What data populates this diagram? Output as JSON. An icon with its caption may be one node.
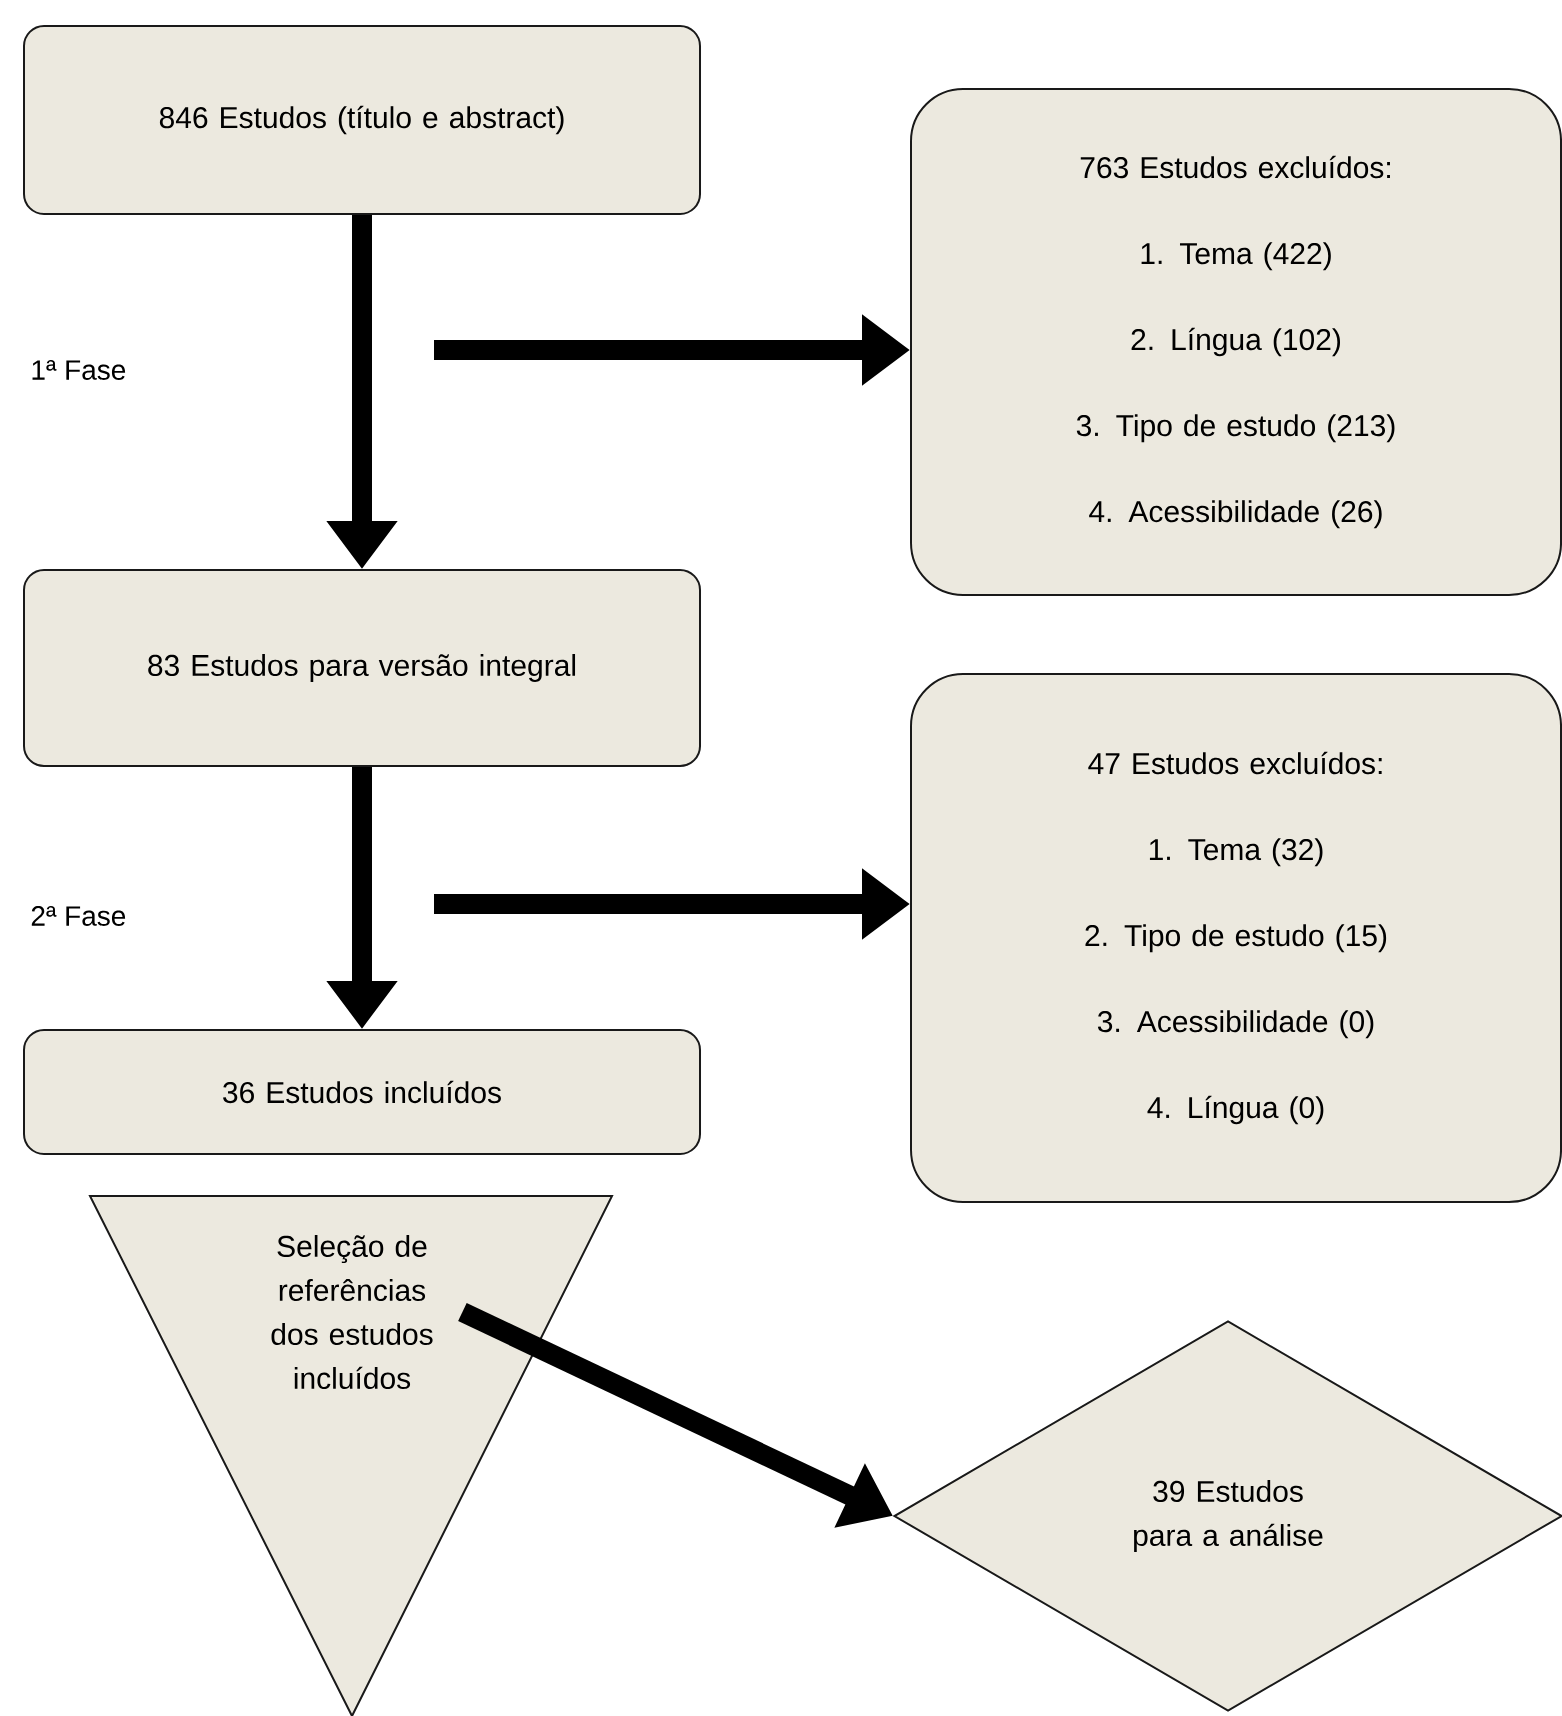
{
  "diagram": {
    "nodes": [
      {
        "text": [
          "846 Estudos (título e abstract)"
        ]
      },
      {
        "text": [
          "763 Estudos excluídos:",
          "1. Tema (422)",
          "2. Língua (102)",
          "3. Tipo de estudo (213)",
          "4. Acessibilidade (26)"
        ]
      },
      {
        "text": [
          "83 Estudos para versão integral"
        ]
      },
      {
        "text": [
          "47 Estudos excluídos:",
          "1. Tema (32)",
          "2. Tipo de estudo (15)",
          "3. Acessibilidade (0)",
          "4. Língua (0)"
        ]
      },
      {
        "text": [
          "36 Estudos incluídos"
        ]
      },
      {
        "text": [
          "Seleção de referências dos estudos incluídos"
        ]
      },
      {
        "text": [
          "39 Estudos para a análise"
        ]
      }
    ],
    "edges": [
      {
        "from": 0,
        "to": 2,
        "arrow": "to"
      },
      {
        "from": null,
        "to": 1,
        "arrow": "to"
      },
      {
        "from": 2,
        "to": 4,
        "arrow": "to"
      },
      {
        "from": null,
        "to": 3,
        "arrow": "to"
      },
      {
        "from": 5,
        "to": 6,
        "arrow": "to"
      }
    ],
    "labels": [
      "1ª Fase",
      "2ª Fase"
    ]
  }
}
